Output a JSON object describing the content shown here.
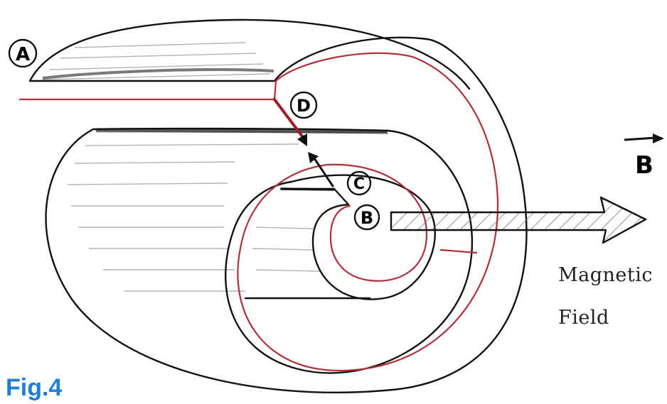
{
  "labels": {
    "a": "A",
    "b": "B",
    "c": "C",
    "d": "D",
    "field_vector": "B"
  },
  "field_text": {
    "line1": "Magnetic",
    "line2": "Field"
  },
  "caption": "Fig.4",
  "colors": {
    "outline": "#111111",
    "current_path": "#b0303a",
    "caption": "#1f7fd6",
    "shading": "#9a9a9a"
  }
}
